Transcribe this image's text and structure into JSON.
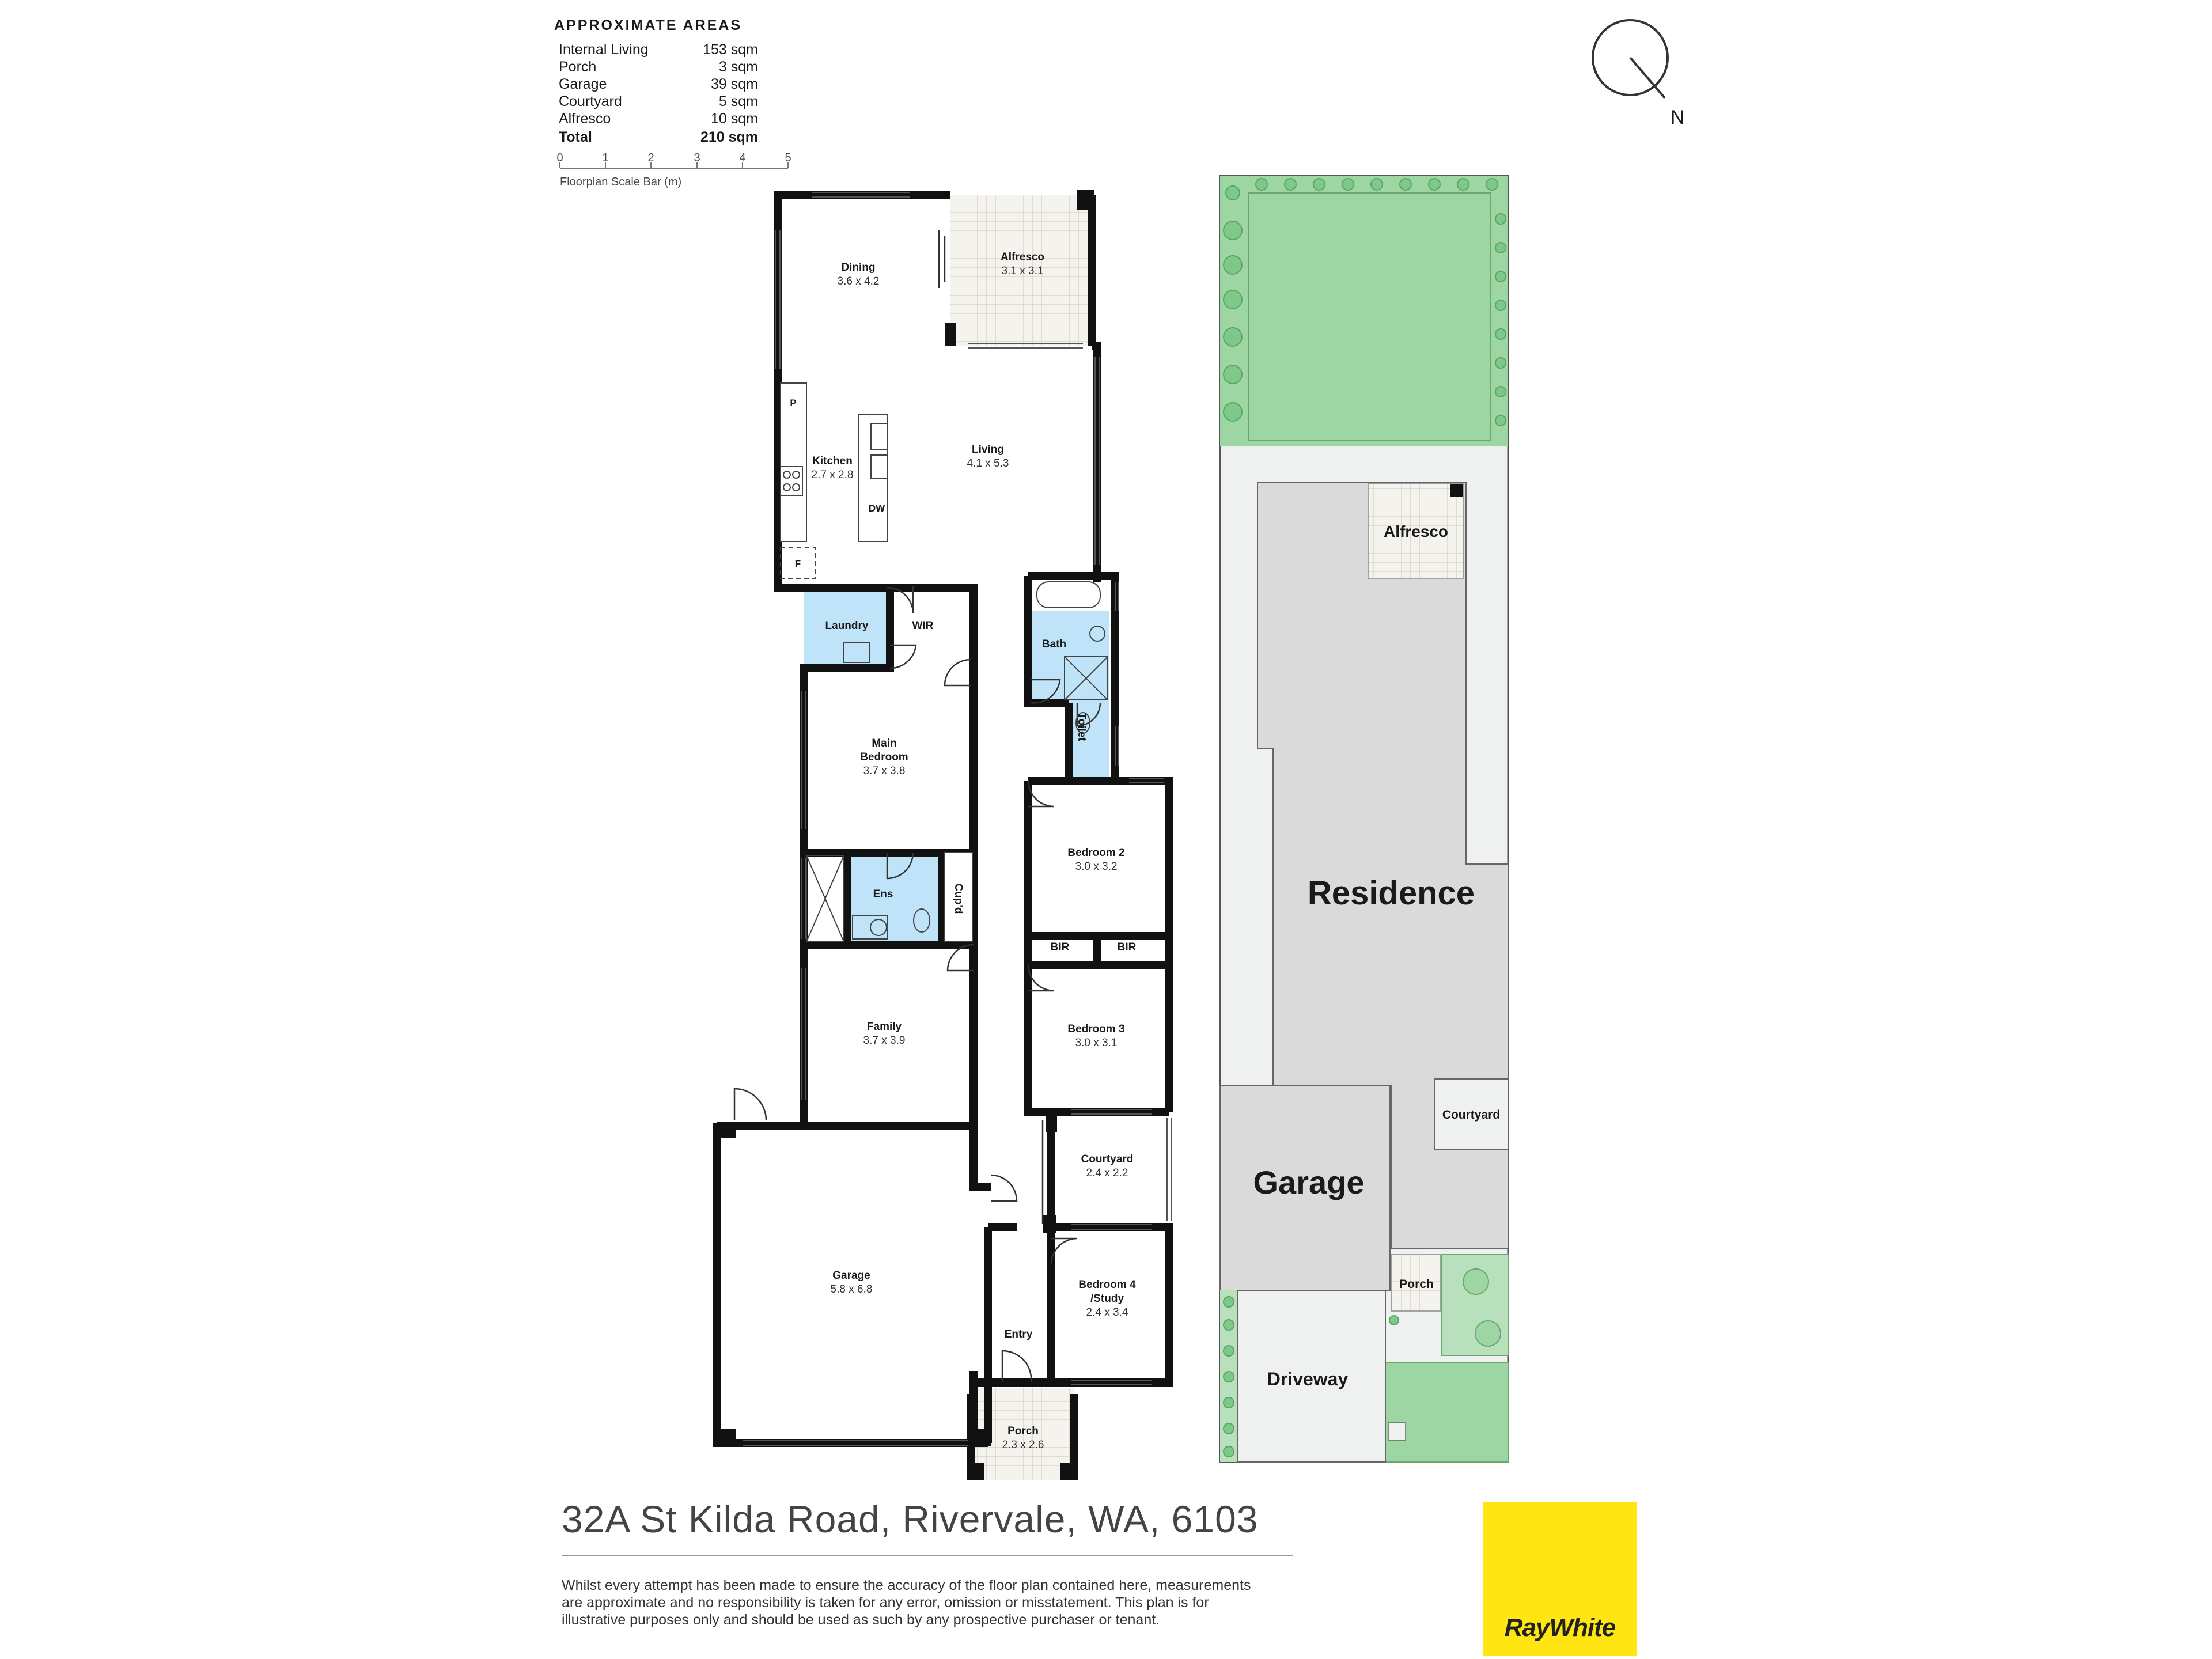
{
  "areas": {
    "title": "APPROXIMATE AREAS",
    "rows": [
      {
        "label": "Internal Living",
        "value": "153 sqm"
      },
      {
        "label": "Porch",
        "value": "3 sqm"
      },
      {
        "label": "Garage",
        "value": "39 sqm"
      },
      {
        "label": "Courtyard",
        "value": "5 sqm"
      },
      {
        "label": "Alfresco",
        "value": "10 sqm"
      }
    ],
    "total": {
      "label": "Total",
      "value": "210 sqm"
    }
  },
  "scale_bar": {
    "ticks": [
      "0",
      "1",
      "2",
      "3",
      "4",
      "5"
    ],
    "caption": "Floorplan Scale Bar (m)"
  },
  "compass": {
    "label": "N"
  },
  "rooms": {
    "dining": {
      "name": "Dining",
      "dim": "3.6 x 4.2"
    },
    "alfresco": {
      "name": "Alfresco",
      "dim": "3.1 x 3.1"
    },
    "kitchen": {
      "name": "Kitchen",
      "dim": "2.7 x 2.8"
    },
    "living": {
      "name": "Living",
      "dim": "4.1 x 5.3"
    },
    "laundry": {
      "name": "Laundry"
    },
    "wir": {
      "name": "WIR"
    },
    "bath": {
      "name": "Bath"
    },
    "toilet": {
      "name": "Toilet"
    },
    "main_bedroom": {
      "name_line1": "Main",
      "name_line2": "Bedroom",
      "dim": "3.7 x 3.8"
    },
    "ens": {
      "name": "Ens"
    },
    "cupd": {
      "name": "Cup'd"
    },
    "bedroom2": {
      "name": "Bedroom 2",
      "dim": "3.0 x 3.2"
    },
    "bir1": {
      "name": "BIR"
    },
    "bir2": {
      "name": "BIR"
    },
    "bedroom3": {
      "name": "Bedroom 3",
      "dim": "3.0 x 3.1"
    },
    "family": {
      "name": "Family",
      "dim": "3.7 x 3.9"
    },
    "courtyard": {
      "name": "Courtyard",
      "dim": "2.4 x 2.2"
    },
    "garage": {
      "name": "Garage",
      "dim": "5.8 x 6.8"
    },
    "bedroom4": {
      "name_line1": "Bedroom 4",
      "name_line2": "/Study",
      "dim": "2.4 x 3.4"
    },
    "entry": {
      "name": "Entry"
    },
    "porch": {
      "name": "Porch",
      "dim": "2.3 x 2.6"
    }
  },
  "fixtures": {
    "pantry": "P",
    "dishwasher": "DW",
    "fridge": "F"
  },
  "site_plan": {
    "alfresco": "Alfresco",
    "residence": "Residence",
    "courtyard": "Courtyard",
    "garage": "Garage",
    "porch": "Porch",
    "driveway": "Driveway"
  },
  "address": "32A St Kilda Road, Rivervale, WA, 6103",
  "disclaimer": [
    "Whilst every attempt has been made to ensure the accuracy of the floor plan contained here, measurements",
    "are approximate and no responsibility is taken for any error, omission or misstatement. This plan is for",
    "illustrative purposes only and should be used as such by any prospective purchaser or tenant."
  ],
  "brand": {
    "name": "RayWhite",
    "color": "#ffe512"
  },
  "colors": {
    "wet_area": "#bfe3f8",
    "lawn": "#9ed6a3",
    "building": "#dadadb",
    "paving": "#eef1ef"
  }
}
